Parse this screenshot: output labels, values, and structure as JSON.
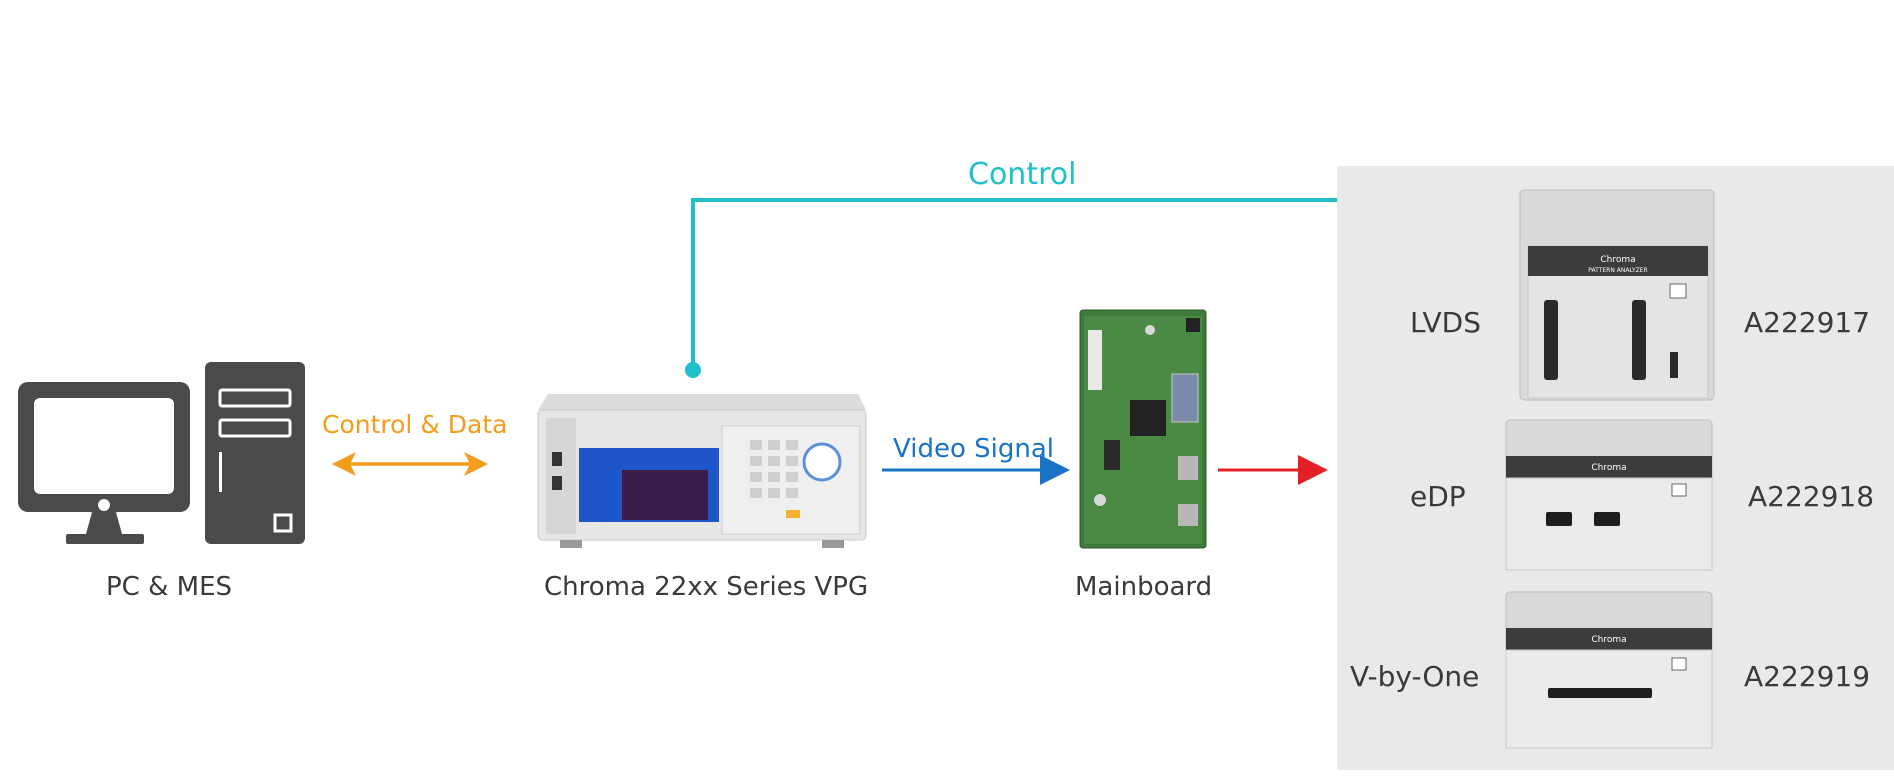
{
  "diagram": {
    "labels": {
      "control_top": "Control",
      "control_data": "Control & Data",
      "video_signal": "Video Signal",
      "pc": "PC & MES",
      "vpg": "Chroma 22xx Series VPG",
      "mainboard": "Mainboard"
    },
    "analyzers": [
      {
        "interface": "LVDS",
        "model": "A222917"
      },
      {
        "interface": "eDP",
        "model": "A222918"
      },
      {
        "interface": "V-by-One",
        "model": "A222919"
      }
    ],
    "device_text": {
      "brand": "Chroma",
      "analyzer_caption": "PATTERN ANALYZER"
    },
    "colors": {
      "control": "#1fc0c8",
      "control_data": "#f39c1e",
      "video": "#1a73c4",
      "output": "#e31e24",
      "pc_icon": "#4a4a4a",
      "panel": "#e9e9e9"
    }
  }
}
